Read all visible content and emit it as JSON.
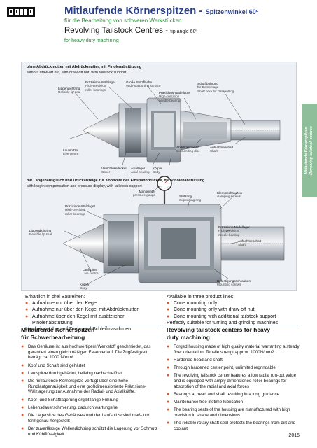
{
  "brand": {
    "logo_text": "RÖHM"
  },
  "header": {
    "title_de": "Mitlaufende Körnerspitzen - ",
    "title_de_sub": "Spitzenwinkel 60º",
    "subtitle_de": "für die Bearbeitung von schweren Werkstücken",
    "title_en": "Revolving Tailstock Centres - ",
    "title_en_sub": "tip angle 60º",
    "subtitle_en": "for heavy duty machining"
  },
  "side_tab": {
    "line1": "Mitlaufende Körnerspitzen",
    "line2": "Revolving tailstock centres"
  },
  "drawing_top": {
    "heading": "ohne Abdrückmutter, mit Abdrückmutter, mit Pinolenabstützung",
    "subheading": "without draw-off nut, with draw-off nut, with tailstock support",
    "labels": {
      "lippendichtring": {
        "de": "Lippendichtring",
        "en": "Reliable lip seal"
      },
      "praezisions_waelzlager": {
        "de": "Präzisions-Wälzlager",
        "en1": "High-precision",
        "en2": "roller bearings"
      },
      "gross_stuetzflaeche": {
        "de": "Große Stützfläche",
        "en": "Wide supporting surface"
      },
      "praezisions_nadellager": {
        "de": "Präzisions-Nadellager",
        "en1": "High-precision",
        "en2": "needle bearing"
      },
      "schaftbohrung": {
        "de": "Schaftbohrung",
        "en1": "für Demontage",
        "en2": "Shaft bore for dismantling"
      },
      "laufspitze": {
        "de": "Laufspitze",
        "en": "Live centre"
      },
      "verschlussdeckel": {
        "de": "Verschlussdeckel",
        "en": "Cover"
      },
      "axiallager": {
        "de": "Axiallager",
        "en": "Axial bearing"
      },
      "koerper": {
        "de": "Körper",
        "en": "Body"
      },
      "abdrueckscheibe": {
        "de": "Abdrückscheibe",
        "en": "Dismantling disc"
      },
      "aufnahmeschaft": {
        "de": "Aufnahmeschaft",
        "en": "Shaft"
      }
    }
  },
  "drawing_bottom": {
    "heading": "mit Längenausgleich und Druckanzeige zur Kontrolle des Einspanndruckes, mit Pinolenabstützung",
    "subheading": "with length compensation and pressure display, with tailstock support",
    "labels": {
      "manometer": {
        "de": "Manometer",
        "en": "pressure gauge"
      },
      "stuetzring": {
        "de": "Stützring",
        "en": "Supporting ring"
      },
      "klemmschrauben": {
        "de": "Klemmschrauben",
        "en": "clamping screws"
      },
      "praezisions_waelzlager": {
        "de": "Präzisions-Wälzlager",
        "en1": "High-precision",
        "en2": "roller bearings"
      },
      "lippendichtring": {
        "de": "Lippendichtring",
        "en": "Reliable lip seal"
      },
      "praezisions_nadellager": {
        "de": "Präzisions-Nadellager",
        "en1": "High-precision",
        "en2": "needle bearing"
      },
      "aufnahmeschaft": {
        "de": "Aufnahmeschaft",
        "en": "Shaft"
      },
      "laufspitze": {
        "de": "Laufspitze",
        "en": "Live centre"
      },
      "koerper": {
        "de": "Körper",
        "en": "Body"
      },
      "befestigungsschrauben": {
        "de": "Befestigungsschrauben",
        "en": "Mounting screws"
      }
    }
  },
  "availability_de": {
    "intro": "Erhältlich in drei Baureihen:",
    "items": [
      "Aufnahme nur über den Kegel",
      "Aufnahme nur über den Kegel mit Abdrückmutter",
      "Aufnahme über den Kegel mit zusätzlicher Pinolenabstützung"
    ],
    "outro": "Ideal einsetzbar auf Dreh- und Schleifmaschinen"
  },
  "availability_en": {
    "intro": "Available in three product lines:",
    "items": [
      "Cone mounting only",
      "Cone mounting only with draw-off nut",
      "Cone mounting with additional tailstock support"
    ],
    "outro": "Perfectly suitable for turning and grinding machines"
  },
  "features_de": {
    "heading_line1": "Mitlaufende Körnerspitzen",
    "heading_line2": "für Schwerbearbeitung",
    "items": [
      "Das Gehäuse ist aus hochwertigem Werkstoff geschmiedet, das garantiert einen gleichmäßigen Faserverlauf. Die Zugfestigkeit beträgt ca. 1000 N/mm²",
      "Kopf und Schaft sind gehärtet",
      "Laufspitze durchgehärtet, beliebig nachschleifbar",
      "Die mitlaufende Körnerspitze verfügt über eine hohe Rundlaufgenauigkeit und eine großdimensionierte Präzisions-Wälzlagerung zur Aufnahme der Radial- und Axialkräfte.",
      "Kopf- und Schaftlagerung ergibt lange Führung",
      "Lebensdauerschmierung, dadurch wartungsfrei",
      "Die Lagersitze des Gehäuses und der Laufspitze sind maß- und formgenau hergestellt",
      "Der zuverlässige Wellendichtring schützt die Lagerung vor Schmutz und Kühlflüssigkeit."
    ]
  },
  "features_en": {
    "heading_line1": "Revolving tailstock centers for heavy",
    "heading_line2": "duty machining",
    "items": [
      "Forged housing made of high quality material warranting a steady fiber orientation. Tensile strengt approx. 1000N/mm2",
      "Hardened head and shaft",
      "Through hardened center point, unlimited regrindable",
      "The revolving tailstock center features a low radial run-out value and is equipped with amply dimensioned roller bearings for absorption of the radial and axial forces",
      "Bearings at head and shaft resulting in a long guidance",
      "Maintenance free lifetime lubrication",
      "The bearing seats of the housing are manufactured with high precision in shape and dimensions",
      "The reliable rotary shaft seal protects the bearings from dirt and coolant"
    ]
  },
  "page": {
    "number": "2015"
  },
  "colors": {
    "title_blue": "#2a3f8c",
    "subtitle_green": "#2d8a3e",
    "bullet_orange": "#e8541e",
    "tab_green": "#8fbf9a"
  }
}
